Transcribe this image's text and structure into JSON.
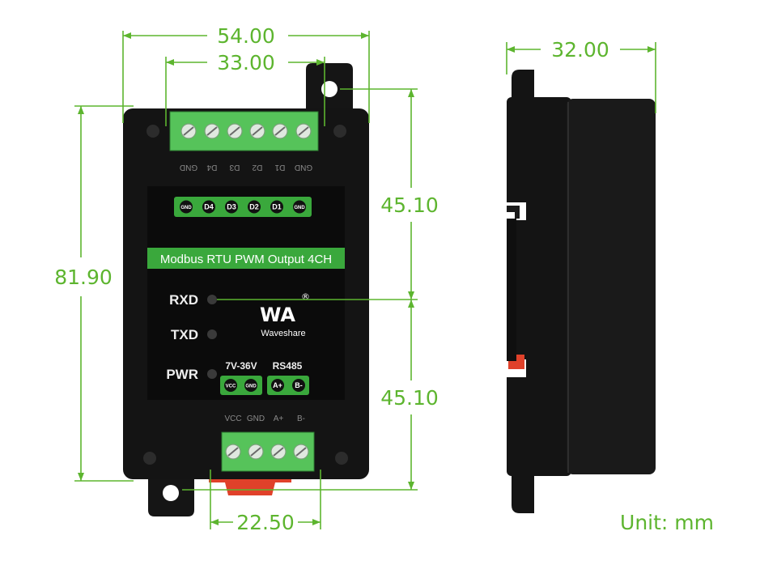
{
  "dimensions": {
    "width_total": "54.00",
    "terminal_pitch_top": "33.00",
    "depth": "32.00",
    "height_total": "81.90",
    "height_upper": "45.10",
    "height_lower": "45.10",
    "terminal_pitch_bottom": "22.50"
  },
  "unit_label": "Unit: mm",
  "device": {
    "top_terminal_labels": [
      "GND",
      "D4",
      "D3",
      "D2",
      "D1",
      "GND"
    ],
    "top_pin_pills": [
      "GND",
      "D4",
      "D3",
      "D2",
      "D1",
      "GND"
    ],
    "title_banner": "Modbus RTU PWM Output 4CH",
    "led_labels": [
      "RXD",
      "TXD",
      "PWR"
    ],
    "brand": "Waveshare",
    "brand_mark": "WA",
    "power_label": "7V-36V",
    "rs485_label": "RS485",
    "power_pills": [
      "VCC",
      "GND"
    ],
    "rs485_pills": [
      "A+",
      "B-"
    ],
    "bottom_terminal_labels": [
      "VCC",
      "GND",
      "A+",
      "B-"
    ]
  },
  "colors": {
    "dimension_green": "#5db52f",
    "enclosure_black": "#141414",
    "terminal_green": "#56c35a",
    "banner_green": "#3aa83c",
    "latch_red": "#e0412a"
  }
}
